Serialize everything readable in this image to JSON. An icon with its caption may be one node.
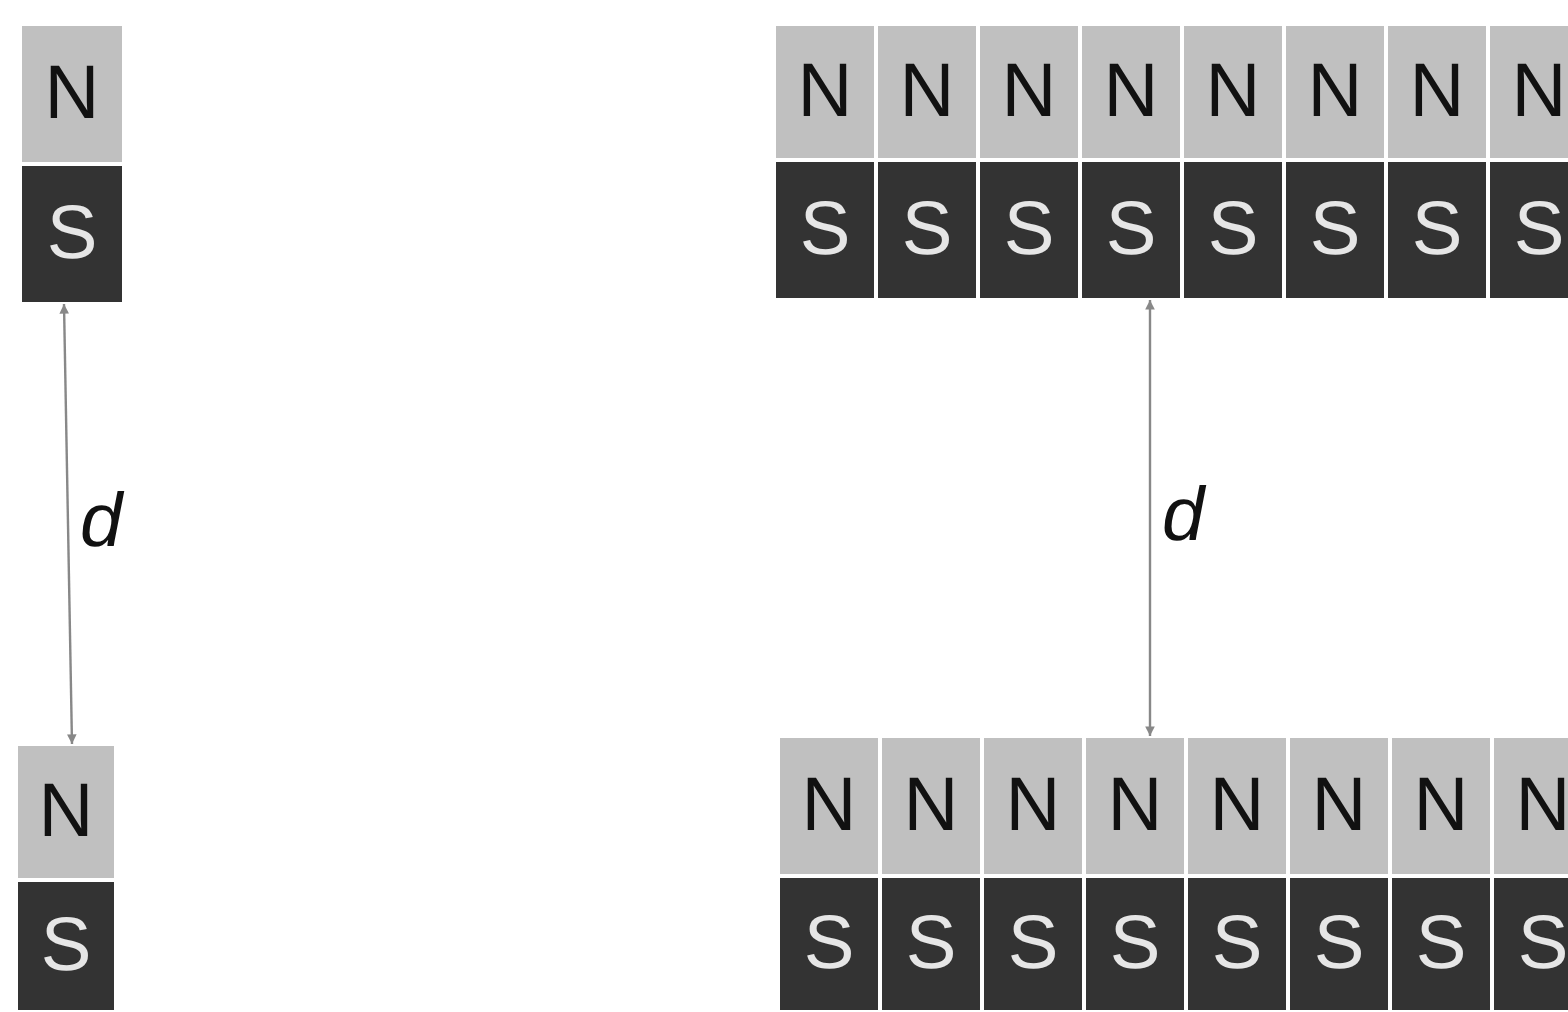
{
  "diagram": {
    "nodes": [
      {
        "text": [
          "N",
          "S"
        ]
      },
      {
        "text": [
          "N",
          "S"
        ]
      },
      {
        "text": [
          "N",
          "S"
        ]
      },
      {
        "text": [
          "N",
          "S"
        ]
      },
      {
        "text": [
          "N",
          "S"
        ]
      },
      {
        "text": [
          "N",
          "S"
        ]
      },
      {
        "text": [
          "N",
          "S"
        ]
      },
      {
        "text": [
          "N",
          "S"
        ]
      },
      {
        "text": [
          "N",
          "S"
        ]
      },
      {
        "text": [
          "N",
          "S"
        ]
      },
      {
        "text": [
          "N",
          "S"
        ]
      },
      {
        "text": [
          "N",
          "S"
        ]
      },
      {
        "text": [
          "N",
          "S"
        ]
      },
      {
        "text": [
          "N",
          "S"
        ]
      },
      {
        "text": [
          "N",
          "S"
        ]
      },
      {
        "text": [
          "N",
          "S"
        ]
      },
      {
        "text": [
          "N",
          "S"
        ]
      },
      {
        "text": [
          "N",
          "S"
        ]
      }
    ],
    "edges": [
      {
        "from": 0,
        "to": 9,
        "arrow": "both",
        "label": "d"
      },
      {
        "from": 4,
        "to": 13,
        "arrow": "both",
        "label": "d"
      }
    ]
  }
}
